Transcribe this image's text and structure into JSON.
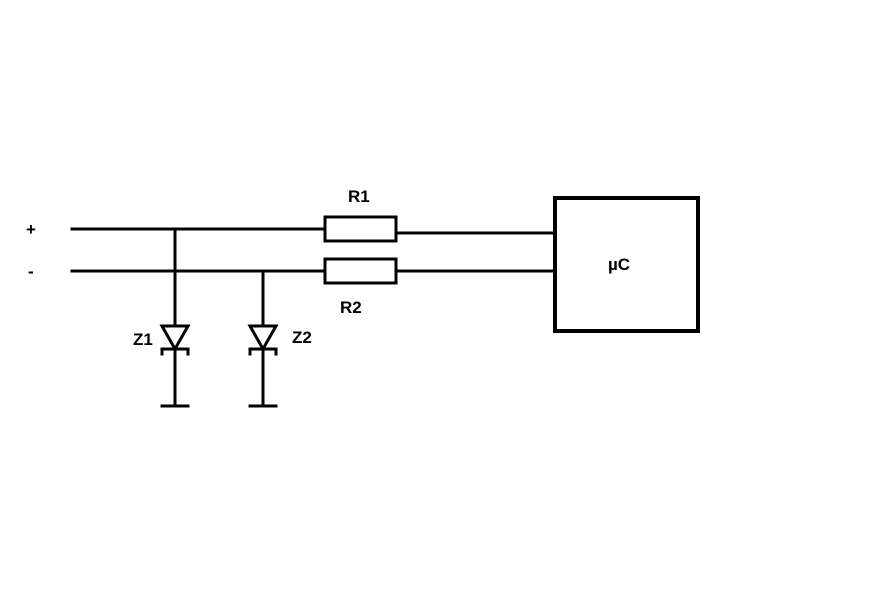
{
  "diagram": {
    "terminals": {
      "positive": "+",
      "negative": "-"
    },
    "resistors": {
      "r1": "R1",
      "r2": "R2"
    },
    "zener_diodes": {
      "z1": "Z1",
      "z2": "Z2"
    },
    "microcontroller": "µC"
  }
}
